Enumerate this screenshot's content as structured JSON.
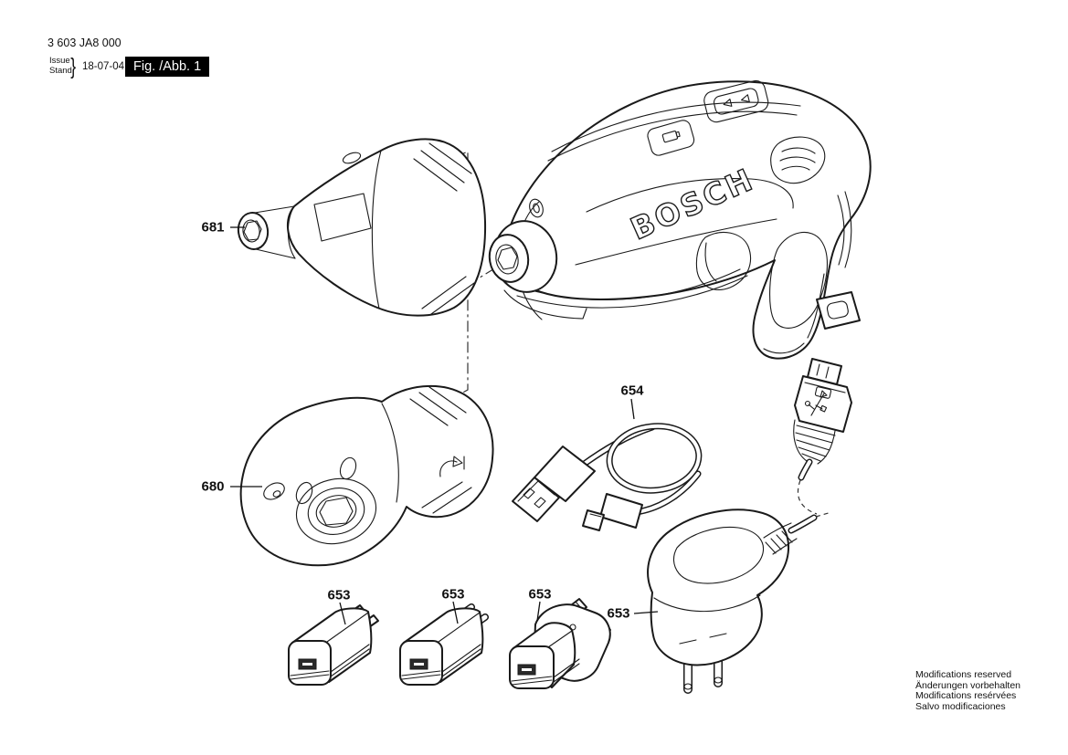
{
  "doc": {
    "part_number": "3 603 JA8 000",
    "issue_label": "Issue",
    "stand_label": "Stand",
    "date": "18-07-04",
    "figure_label": "Fig. /Abb. 1"
  },
  "brand": "BOSCH",
  "callouts": [
    {
      "label": "681",
      "part": "eccentric-attachment"
    },
    {
      "label": "680",
      "part": "angle-attachment"
    },
    {
      "label": "654",
      "part": "usb-cable"
    },
    {
      "label": "653",
      "part": "plug-adapter-us"
    },
    {
      "label": "653",
      "part": "plug-adapter-eu"
    },
    {
      "label": "653",
      "part": "plug-adapter-uk"
    },
    {
      "label": "653",
      "part": "usb-charger"
    }
  ],
  "footer": {
    "line1": "Modifications reserved",
    "line2": "Änderungen vorbehalten",
    "line3": "Modifications resérvées",
    "line4": "Salvo modificaciones"
  },
  "colors": {
    "line": "#1a1a1a",
    "background": "#ffffff",
    "figure_box_bg": "#000000",
    "figure_box_text": "#ffffff"
  }
}
